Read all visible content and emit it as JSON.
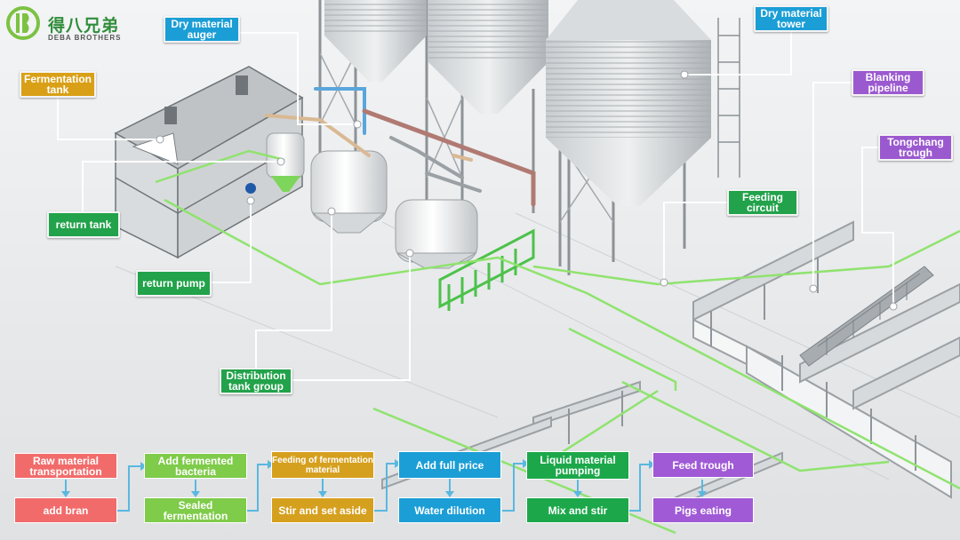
{
  "brand": {
    "name_cn": "得八兄弟",
    "name_en": "DEBA BROTHERS"
  },
  "callouts": [
    {
      "id": "dry-material-auger",
      "text": "Dry material auger",
      "color": "blue"
    },
    {
      "id": "dry-material-tower",
      "text": "Dry material tower",
      "color": "blue"
    },
    {
      "id": "fermentation-tank",
      "text": "Fermentation tank",
      "color": "orange"
    },
    {
      "id": "blanking-pipeline",
      "text": "Blanking pipeline",
      "color": "purple"
    },
    {
      "id": "tongchang-trough",
      "text": "Tongchang trough",
      "color": "purple"
    },
    {
      "id": "feeding-circuit",
      "text": "Feeding circuit",
      "color": "green"
    },
    {
      "id": "return-tank",
      "text": "return tank",
      "color": "green"
    },
    {
      "id": "return-pump",
      "text": "return pump",
      "color": "green"
    },
    {
      "id": "distribution-tank-group",
      "text": "Distribution tank group",
      "color": "green"
    }
  ],
  "process_steps": [
    {
      "id": "raw-material-transportation",
      "text": "Raw material transportation"
    },
    {
      "id": "add-bran",
      "text": "add bran"
    },
    {
      "id": "add-fermented-bacteria",
      "text": "Add fermented bacteria"
    },
    {
      "id": "sealed-fermentation",
      "text": "Sealed fermentation"
    },
    {
      "id": "feeding-of-fermentation-material",
      "text": "Feeding of fermentation material"
    },
    {
      "id": "stir-and-set-aside",
      "text": "Stir and set aside"
    },
    {
      "id": "add-full-price",
      "text": "Add full price"
    },
    {
      "id": "water-dilution",
      "text": "Water dilution"
    },
    {
      "id": "liquid-material-pumping",
      "text": "Liquid material pumping"
    },
    {
      "id": "mix-and-stir",
      "text": "Mix and stir"
    },
    {
      "id": "feed-trough",
      "text": "Feed trough"
    },
    {
      "id": "pigs-eating",
      "text": "Pigs eating"
    }
  ],
  "colors": {
    "callout_blue": "#1b9ed6",
    "callout_purple": "#9b59cf",
    "callout_orange": "#d9a017",
    "callout_green": "#22a24a",
    "feed_line": "#8fe36e",
    "step_red": "#f26b6b",
    "step_lime": "#7fcb4a",
    "step_gold": "#d6a01f",
    "step_blue": "#1b9ed6",
    "step_green": "#1ca84a",
    "step_purple": "#a05ad6",
    "arrow": "#5ab8e0"
  }
}
